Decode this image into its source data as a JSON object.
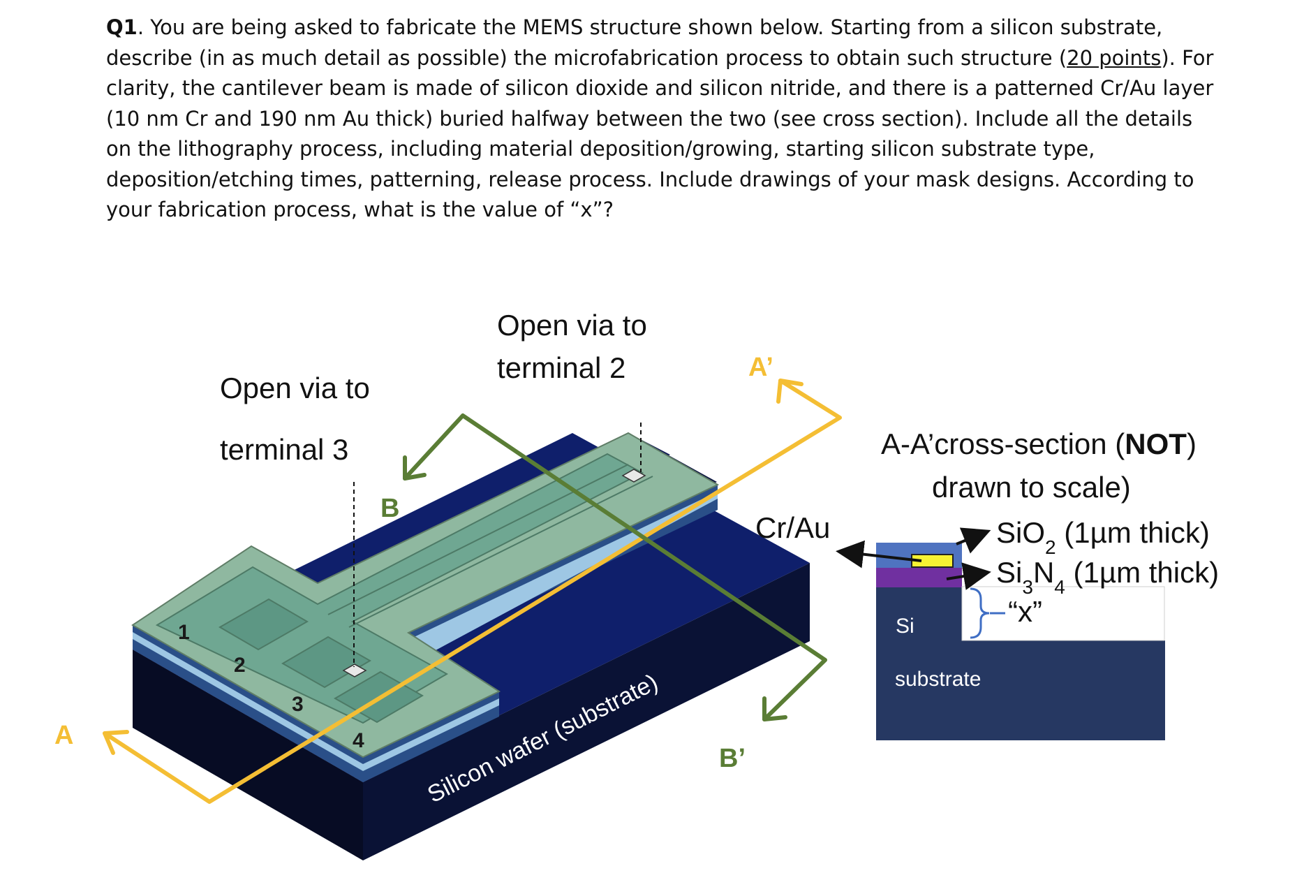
{
  "question": {
    "number": "Q1",
    "text_before_points": ". You are being asked to fabricate the MEMS structure shown below. Starting from a silicon substrate, describe (in as much detail as possible) the microfabrication process to obtain such structure (",
    "points": "20 points",
    "text_after_points": "). For clarity, the cantilever beam is made of silicon dioxide and silicon nitride, and there is a patterned Cr/Au layer (10 nm Cr and 190 nm Au thick) buried halfway between the two (see cross section). Include all the details on the lithography process, including material deposition/growing, starting silicon substrate type, deposition/etching times, patterning, release process. Include drawings of your mask designs. According to your fabrication process, what is the value of “x”?"
  },
  "figure": {
    "via_terminal_2": [
      "Open via to",
      "terminal 2"
    ],
    "via_terminal_3": [
      "Open via to",
      "terminal 3"
    ],
    "section_a": "A",
    "section_a_prime": "A’",
    "section_b": "B",
    "section_b_prime": "B’",
    "terminals": [
      "1",
      "2",
      "3",
      "4"
    ],
    "wafer_label": "Silicon wafer (substrate)",
    "colors": {
      "section_a_line": "#F4BE34",
      "section_b_line": "#5A7D35",
      "wafer": "#0f1f6b"
    }
  },
  "cross_section": {
    "title_line1_prefix": "A-A’cross-section (",
    "title_line1_bold": "NOT",
    "title_line2": "drawn to scale)",
    "cr_au": "Cr/Au",
    "sio2_formula": "SiO",
    "sio2_sub": "2",
    "sio2_note": " (1µm thick)",
    "si3n4_si": "Si",
    "si3n4_sub1": "3",
    "si3n4_n": "N",
    "si3n4_sub2": "4",
    "si3n4_note": " (1µm thick)",
    "x_label": "“x”",
    "si_label": "Si",
    "substrate_label": "substrate",
    "colors": {
      "sio2": "#4F73C0",
      "crau": "#F7F233",
      "si3n4": "#7030A0",
      "si": "#263862"
    }
  }
}
